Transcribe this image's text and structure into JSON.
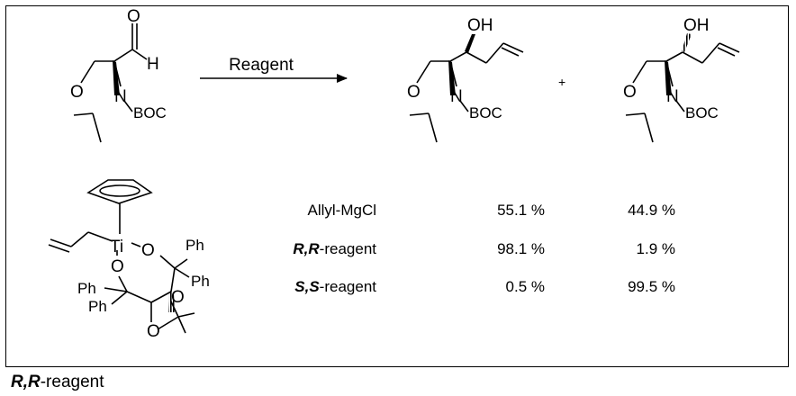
{
  "scheme": {
    "arrow_label": "Reagent",
    "plus": "+",
    "atoms": {
      "O": "O",
      "OH": "OH",
      "H": "H",
      "N": "N",
      "BOC": "BOC",
      "Ti": "Ti",
      "Ph": "Ph"
    },
    "reagent_caption": {
      "prefix": "R,R",
      "suffix": "-reagent"
    }
  },
  "results": {
    "rows": [
      {
        "prefix": "",
        "reagent": "Allyl-MgCl",
        "product1": "55.1 %",
        "product2": "44.9 %"
      },
      {
        "prefix": "R,R",
        "reagent": "-reagent",
        "product1": "98.1 %",
        "product2": "1.9 %"
      },
      {
        "prefix": "S,S",
        "reagent": "-reagent",
        "product1": "0.5 %",
        "product2": "99.5 %"
      }
    ]
  }
}
